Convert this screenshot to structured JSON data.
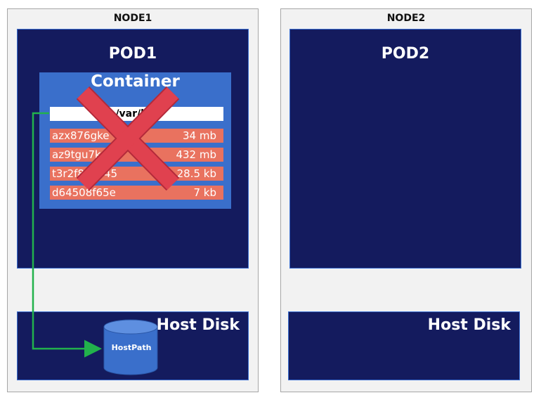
{
  "nodes": [
    {
      "title": "NODE1",
      "pod": {
        "title": "POD1",
        "container": {
          "title": "Container",
          "path": "/var/log",
          "files": [
            {
              "name": "azx876gke",
              "size": "34 mb"
            },
            {
              "name": "az9tgu7kre",
              "size": "432 mb"
            },
            {
              "name": "t3r2f8e5e45",
              "size": "28.5 kb"
            },
            {
              "name": "d64508f65e",
              "size": "7 kb"
            }
          ]
        }
      },
      "disk": {
        "title": "Host Disk",
        "volume": "HostPath"
      }
    },
    {
      "title": "NODE2",
      "pod": {
        "title": "POD2"
      },
      "disk": {
        "title": "Host Disk"
      }
    }
  ],
  "colors": {
    "node_bg": "#f2f2f2",
    "pod_bg": "#141b5e",
    "container_bg": "#3a6fcb",
    "file_row": "#e9725f",
    "cross": "#e0414f",
    "arrow": "#22b24c",
    "cylinder": "#3a6fcb"
  },
  "icons": [
    "cross-mark-icon",
    "database-cylinder-icon",
    "arrow-icon"
  ]
}
